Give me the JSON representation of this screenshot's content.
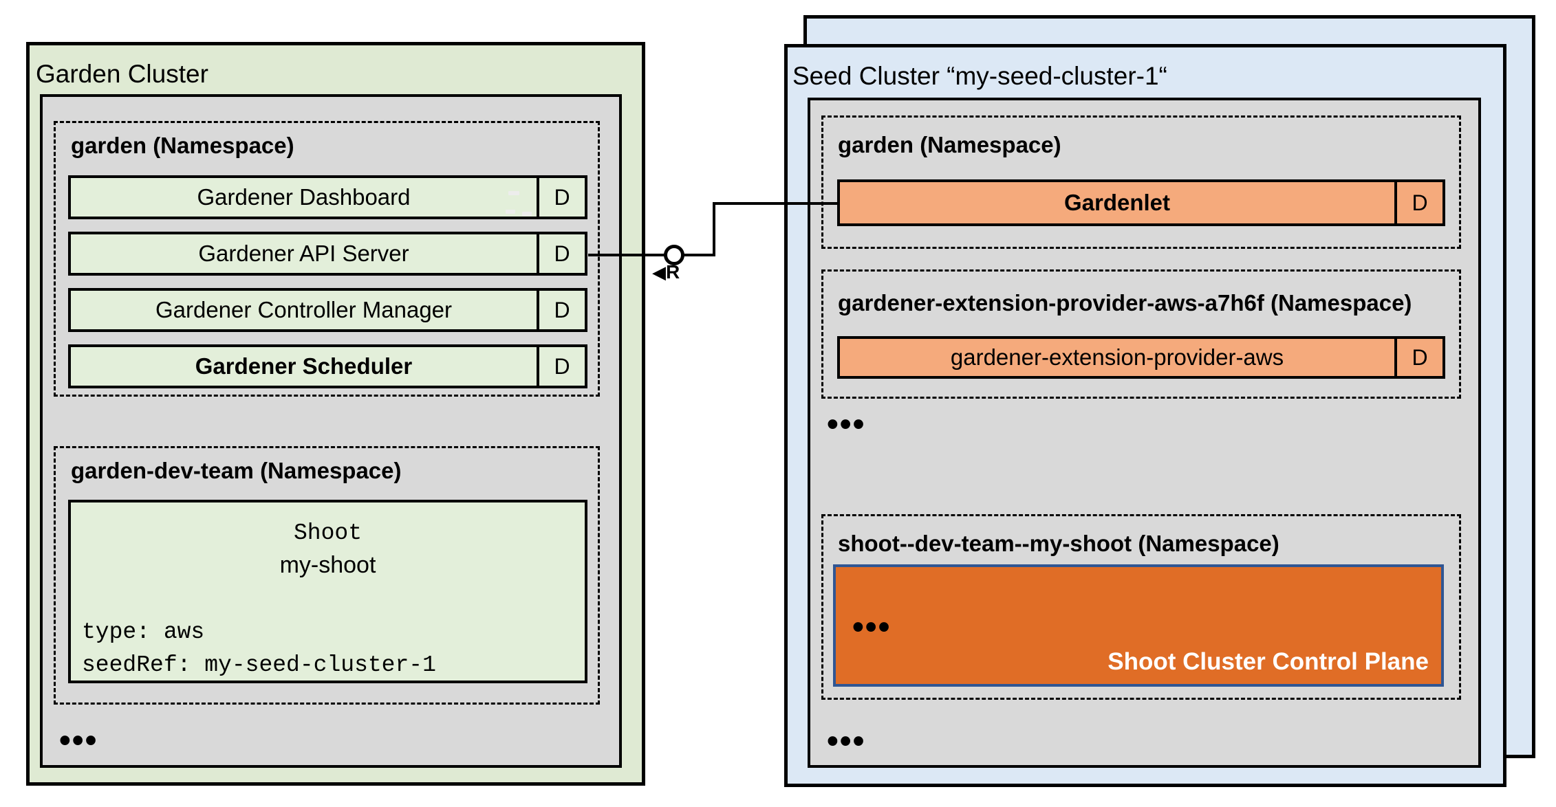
{
  "garden_cluster": {
    "title": "Garden Cluster",
    "garden_namespace": {
      "title": "garden (Namespace)",
      "components": [
        {
          "label": "Gardener Dashboard",
          "badge": "D"
        },
        {
          "label": "Gardener API Server",
          "badge": "D"
        },
        {
          "label": "Gardener Controller Manager",
          "badge": "D"
        },
        {
          "label": "Gardener Scheduler",
          "badge": "D"
        }
      ]
    },
    "dev_team_namespace": {
      "title": "garden-dev-team (Namespace)",
      "shoot_resource": {
        "kind": "Shoot",
        "name": "my-shoot",
        "spec_line_1": "type: aws",
        "spec_line_2": "seedRef: my-seed-cluster-1"
      }
    },
    "ellipsis": "•••"
  },
  "connector": {
    "arrow": "◀",
    "label": "R"
  },
  "seed_cluster": {
    "title": "Seed Cluster “my-seed-cluster-1“",
    "garden_namespace": {
      "title": "garden (Namespace)",
      "component": {
        "label": "Gardenlet",
        "badge": "D"
      }
    },
    "extension_namespace": {
      "title": "gardener-extension-provider-aws-a7h6f (Namespace)",
      "component": {
        "label": "gardener-extension-provider-aws",
        "badge": "D"
      }
    },
    "ellipsis_mid": "•••",
    "shoot_namespace": {
      "title": "shoot--dev-team--my-shoot (Namespace)",
      "control_plane": {
        "ellipsis": "•••",
        "label": "Shoot Cluster Control Plane"
      }
    },
    "ellipsis_bottom": "•••"
  },
  "colors": {
    "garden_green": "#dfead3",
    "component_green": "#e3efda",
    "seed_blue": "#dce8f5",
    "namespace_gray": "#d9d9d9",
    "component_orange": "#f5aa7c",
    "control_plane_orange": "#e06d26",
    "control_plane_border_blue": "#305693",
    "line_black": "#000000"
  }
}
